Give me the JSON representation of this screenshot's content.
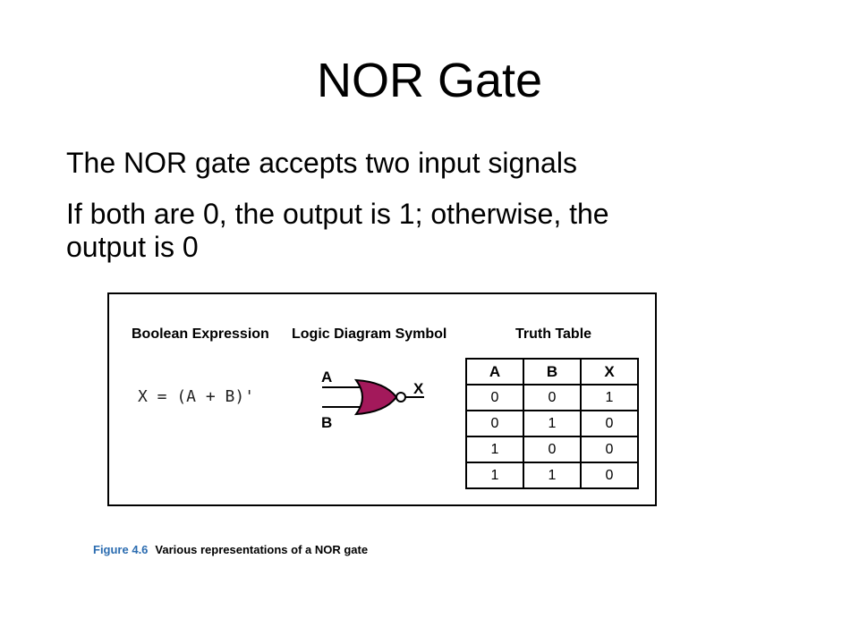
{
  "slide": {
    "title": "NOR Gate",
    "bullets": [
      "The NOR gate accepts two input signals",
      "If both are 0, the output is 1; otherwise, the output is 0"
    ]
  },
  "figure": {
    "headers": {
      "boolean": "Boolean Expression",
      "logic": "Logic Diagram Symbol",
      "truth": "Truth Table"
    },
    "expression": "X = (A + B)'",
    "symbol": {
      "input_a": "A",
      "input_b": "B",
      "output": "X",
      "gate_color": "#a3195b",
      "icon": "nor-gate-icon"
    },
    "truth_table": {
      "columns": [
        "A",
        "B",
        "X"
      ],
      "rows": [
        [
          "0",
          "0",
          "1"
        ],
        [
          "0",
          "1",
          "0"
        ],
        [
          "1",
          "0",
          "0"
        ],
        [
          "1",
          "1",
          "0"
        ]
      ]
    },
    "caption": {
      "number": "Figure 4.6",
      "text": "Various representations of a NOR gate"
    }
  }
}
